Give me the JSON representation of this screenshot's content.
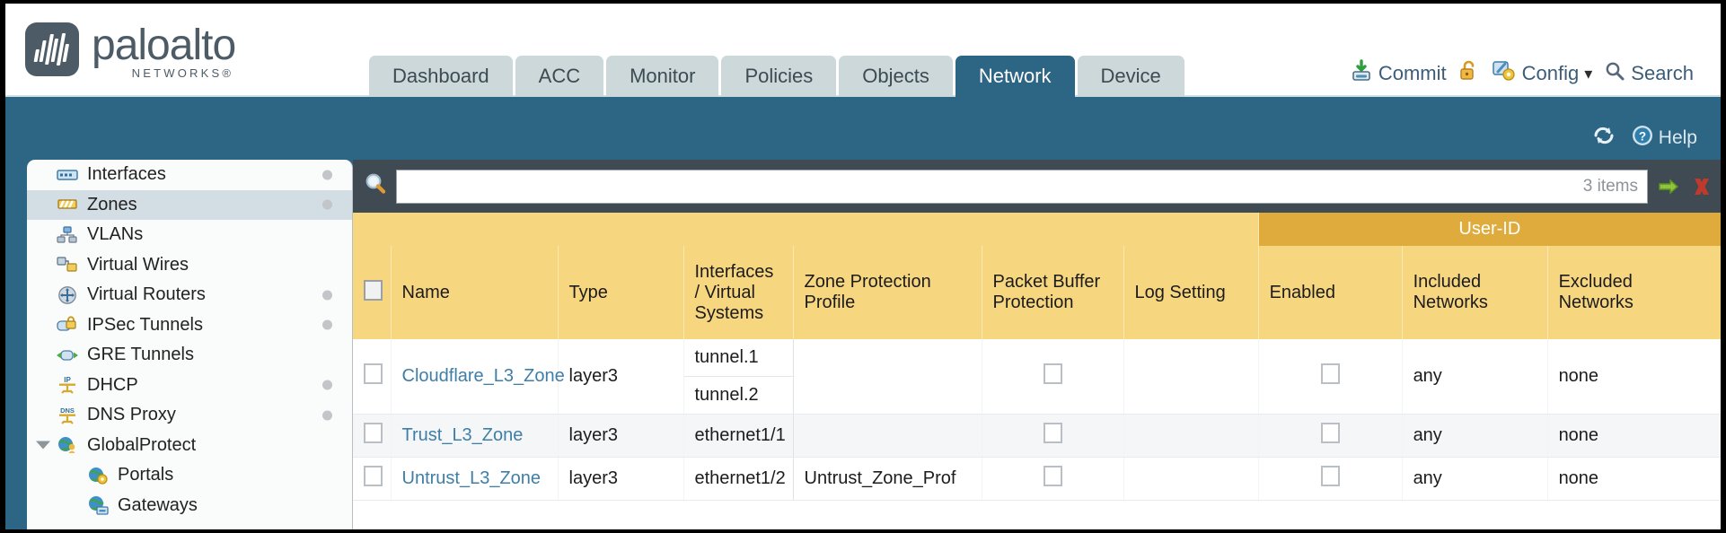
{
  "brand": {
    "name": "paloalto",
    "tagline": "NETWORKS",
    "registered": "®"
  },
  "nav": {
    "tabs": [
      {
        "label": "Dashboard",
        "active": false
      },
      {
        "label": "ACC",
        "active": false
      },
      {
        "label": "Monitor",
        "active": false
      },
      {
        "label": "Policies",
        "active": false
      },
      {
        "label": "Objects",
        "active": false
      },
      {
        "label": "Network",
        "active": true
      },
      {
        "label": "Device",
        "active": false
      }
    ]
  },
  "top_actions": {
    "commit": "Commit",
    "commit_icon": "commit-save-icon",
    "lock_icon": "unlock-padlock-icon",
    "config": "Config",
    "config_icon": "config-wrench-icon",
    "config_caret": "▾",
    "search": "Search",
    "search_icon": "search-magnifier-icon"
  },
  "utility_bar": {
    "refresh_icon": "refresh-icon",
    "help": "Help",
    "help_icon": "help-question-icon"
  },
  "sidebar": {
    "items": [
      {
        "label": "Interfaces",
        "icon": "interfaces-icon",
        "selected": false,
        "dot": true,
        "child": false,
        "caret": false
      },
      {
        "label": "Zones",
        "icon": "zones-icon",
        "selected": true,
        "dot": true,
        "child": false,
        "caret": false
      },
      {
        "label": "VLANs",
        "icon": "vlans-icon",
        "selected": false,
        "dot": false,
        "child": false,
        "caret": false
      },
      {
        "label": "Virtual Wires",
        "icon": "virtual-wires-icon",
        "selected": false,
        "dot": false,
        "child": false,
        "caret": false
      },
      {
        "label": "Virtual Routers",
        "icon": "virtual-routers-icon",
        "selected": false,
        "dot": true,
        "child": false,
        "caret": false
      },
      {
        "label": "IPSec Tunnels",
        "icon": "ipsec-tunnels-icon",
        "selected": false,
        "dot": true,
        "child": false,
        "caret": false
      },
      {
        "label": "GRE Tunnels",
        "icon": "gre-tunnels-icon",
        "selected": false,
        "dot": false,
        "child": false,
        "caret": false
      },
      {
        "label": "DHCP",
        "icon": "dhcp-icon",
        "selected": false,
        "dot": true,
        "child": false,
        "caret": false
      },
      {
        "label": "DNS Proxy",
        "icon": "dns-proxy-icon",
        "selected": false,
        "dot": true,
        "child": false,
        "caret": false
      },
      {
        "label": "GlobalProtect",
        "icon": "globalprotect-icon",
        "selected": false,
        "dot": false,
        "child": false,
        "caret": true
      },
      {
        "label": "Portals",
        "icon": "portals-icon",
        "selected": false,
        "dot": false,
        "child": true,
        "caret": false
      },
      {
        "label": "Gateways",
        "icon": "gateways-icon",
        "selected": false,
        "dot": false,
        "child": true,
        "caret": false
      }
    ]
  },
  "search": {
    "value": "",
    "placeholder": "",
    "icon": "search-magnifier-icon",
    "item_count": "3 items",
    "apply_icon": "green-arrow-apply-icon",
    "clear_icon": "red-x-clear-icon"
  },
  "table": {
    "group_header": "User-ID",
    "columns": [
      "Name",
      "Type",
      "Interfaces / Virtual Systems",
      "Zone Protection Profile",
      "Packet Buffer Protection",
      "Log Setting",
      "Enabled",
      "Included Networks",
      "Excluded Networks"
    ],
    "select_all_checkbox": false,
    "rows": [
      {
        "selected": false,
        "name": "Cloudflare_L3_Zone",
        "type": "layer3",
        "interfaces": [
          "tunnel.1",
          "tunnel.2"
        ],
        "zone_protection_profile": "",
        "packet_buffer_protection": false,
        "log_setting": "",
        "user_id_enabled": false,
        "included_networks": "any",
        "excluded_networks": "none"
      },
      {
        "selected": false,
        "name": "Trust_L3_Zone",
        "type": "layer3",
        "interfaces": [
          "ethernet1/1"
        ],
        "zone_protection_profile": "",
        "packet_buffer_protection": false,
        "log_setting": "",
        "user_id_enabled": false,
        "included_networks": "any",
        "excluded_networks": "none"
      },
      {
        "selected": false,
        "name": "Untrust_L3_Zone",
        "type": "layer3",
        "interfaces": [
          "ethernet1/2"
        ],
        "zone_protection_profile": "Untrust_Zone_Prof",
        "packet_buffer_protection": false,
        "log_setting": "",
        "user_id_enabled": false,
        "included_networks": "any",
        "excluded_networks": "none"
      }
    ]
  },
  "colors": {
    "brand_blue": "#2d6585",
    "header_amber": "#f7d680",
    "group_amber": "#dfab3c",
    "content_slate": "#3f4a52",
    "link_blue": "#3f7ea6",
    "tab_gray": "#ccd8da"
  }
}
